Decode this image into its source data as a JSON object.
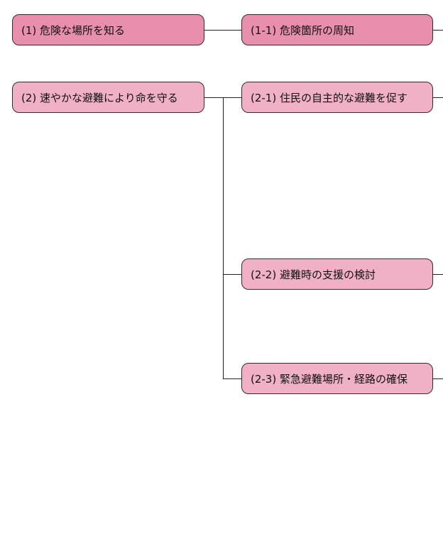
{
  "nodes": {
    "n1": "(1) 危険な場所を知る",
    "n1_1": "(1-1) 危険箇所の周知",
    "n2": "(2) 速やかな避難により命を守る",
    "n2_1": "(2-1) 住民の自主的な避難を促す",
    "n2_2": "(2-2) 避難時の支援の検討",
    "n2_3": "(2-3) 緊急避難場所・経路の確保"
  },
  "colors": {
    "dark_pink": "#e88fae",
    "light_pink": "#f0b1c6",
    "border": "#3a2a2e",
    "connector": "#222222"
  }
}
